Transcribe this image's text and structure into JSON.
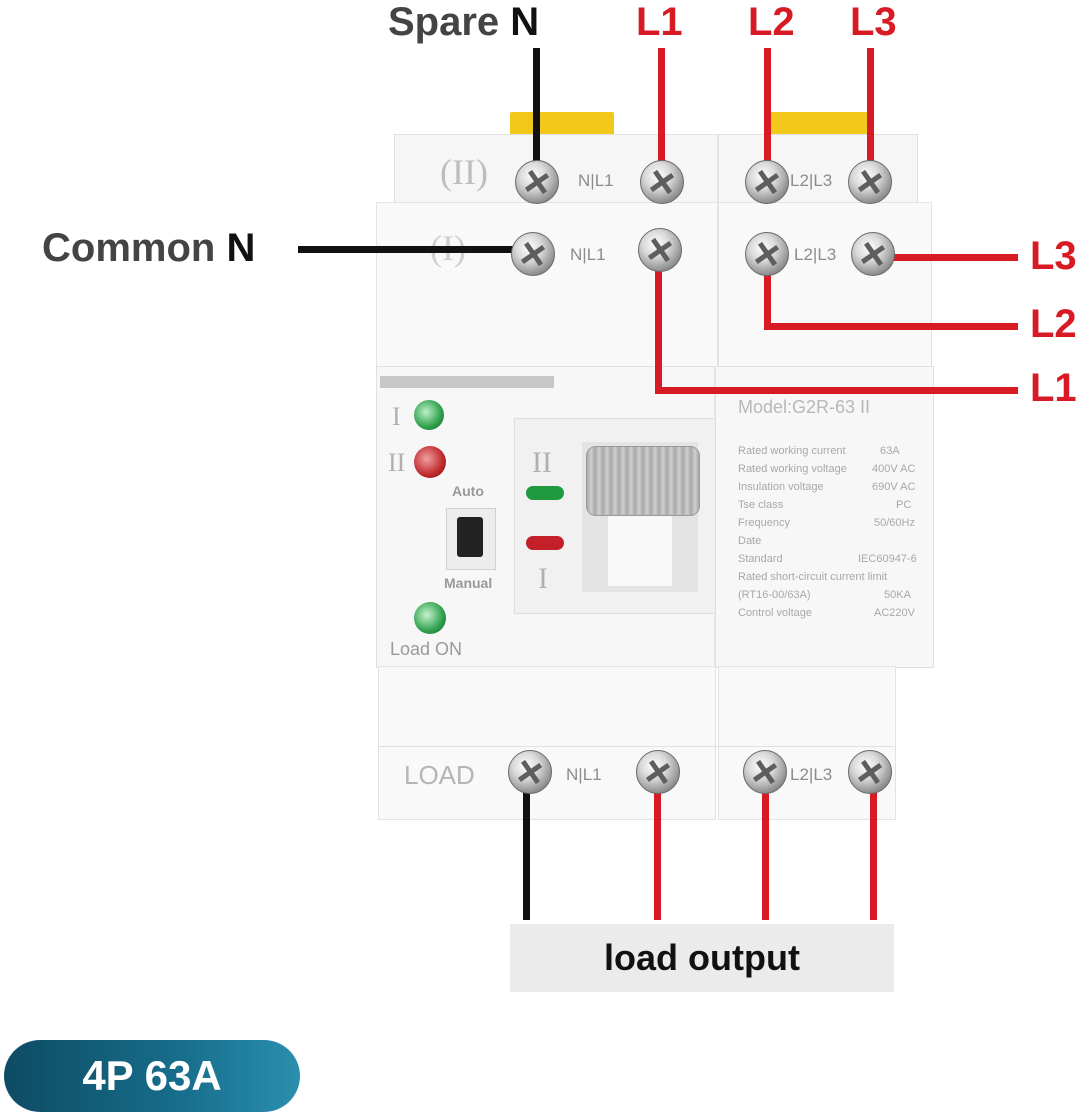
{
  "top_labels": {
    "spare_prefix": "Spare",
    "spare_n": "N",
    "l1": "L1",
    "l2": "L2",
    "l3": "L3"
  },
  "common": {
    "prefix": "Common",
    "n": "N"
  },
  "right_labels": {
    "l3": "L3",
    "l2": "L2",
    "l1": "L1"
  },
  "roman_top": "(II)",
  "roman_second": "(I)",
  "terminal_labels": {
    "row2_left": "N|L1",
    "row2_right": "L2|L3",
    "row1_left": "N|L1",
    "row1_right": "L2|L3",
    "load_left": "N|L1",
    "load_right": "L2|L3"
  },
  "load_label": "LOAD",
  "controls": {
    "ind_i": "I",
    "ind_ii": "II",
    "auto": "Auto",
    "manual": "Manual",
    "load_on": "Load ON",
    "lever_ii": "II",
    "lever_i": "I"
  },
  "nameplate": {
    "model": "Model:G2R-63 II",
    "specs": [
      {
        "label": "Rated working current",
        "value": "63A"
      },
      {
        "label": "Rated working voltage",
        "value": "400V AC"
      },
      {
        "label": "Insulation voltage",
        "value": "690V AC"
      },
      {
        "label": "Tse class",
        "value": "PC"
      },
      {
        "label": "Frequency",
        "value": "50/60Hz"
      },
      {
        "label": "Date",
        "value": ""
      },
      {
        "label": "Standard",
        "value": "IEC60947-6"
      },
      {
        "label": "Rated short-circuit current limit",
        "value": ""
      },
      {
        "label": "(RT16-00/63A)",
        "value": "50KA"
      },
      {
        "label": "Control voltage",
        "value": "AC220V"
      }
    ]
  },
  "load_output": "load output",
  "badge": "4P 63A",
  "colors": {
    "live_wire": "#d81a24",
    "neutral_wire": "#111111",
    "badge": "#176e8c"
  }
}
